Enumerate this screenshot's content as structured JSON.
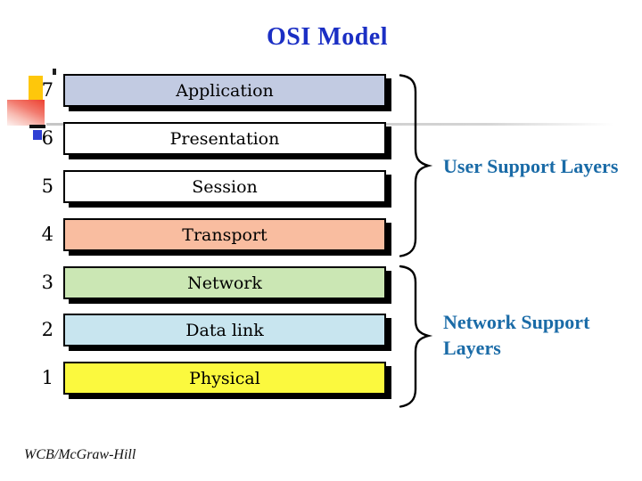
{
  "slide": {
    "title": "OSI Model",
    "footer": "WCB/McGraw-Hill"
  },
  "colors": {
    "title": "#1b2fc4",
    "group_label": "#1a6ba7",
    "box_border": "#000000",
    "box_shadow": "#000000",
    "deco_gold": "#fec70b",
    "deco_red": "#ed4130",
    "deco_blue": "#2f3fd3"
  },
  "layers": [
    {
      "number": "7",
      "name": "Application",
      "fill": "#c2cbe2"
    },
    {
      "number": "6",
      "name": "Presentation",
      "fill": "#ffffff"
    },
    {
      "number": "5",
      "name": "Session",
      "fill": "#ffffff"
    },
    {
      "number": "4",
      "name": "Transport",
      "fill": "#f9bda0"
    },
    {
      "number": "3",
      "name": "Network",
      "fill": "#cbe7b4"
    },
    {
      "number": "2",
      "name": "Data link",
      "fill": "#c8e5ef"
    },
    {
      "number": "1",
      "name": "Physical",
      "fill": "#fbf93e"
    }
  ],
  "groups": [
    {
      "label": "User Support Layers",
      "layers_spanned": "7-4"
    },
    {
      "label": "Network Support Layers",
      "layers_spanned": "3-1"
    }
  ]
}
